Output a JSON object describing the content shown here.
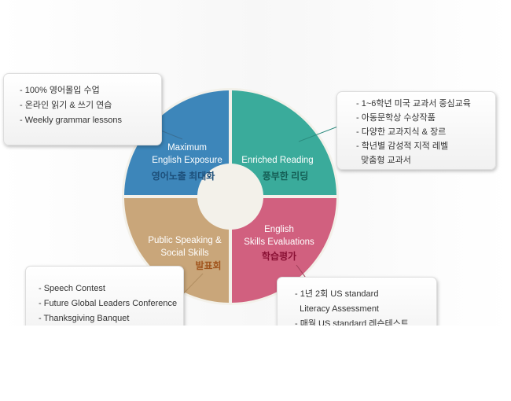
{
  "segments": [
    {
      "title": [
        "Maximum",
        "English Exposure"
      ],
      "korean": "영어노출 최대화",
      "color": "#3d86ba",
      "ko_color": "#1d4f7a",
      "items": [
        "- 100% 영어몰입 수업",
        "- 온라인 읽기 & 쓰기 연습",
        "- Weekly grammar lessons"
      ]
    },
    {
      "title": [
        "Enriched Reading"
      ],
      "korean": "풍부한 리딩",
      "color": "#3aab9b",
      "ko_color": "#145e55",
      "items": [
        "- 1~6학년 미국 교과서 중심교육",
        "- 아동문학상 수상작품",
        "- 다양한 교과지식 & 장르",
        "- 학년별 감성적 지적 레벨",
        "  맞춤형 교과서"
      ]
    },
    {
      "title": [
        "Public Speaking &",
        "Social Skills"
      ],
      "korean": "발표회",
      "color": "#c9a67a",
      "ko_color": "#a0541c",
      "items": [
        "- Speech Contest",
        "- Future Global Leaders Conference",
        "- Thanksgiving Banquet"
      ]
    },
    {
      "title": [
        "English",
        "Skills Evaluations"
      ],
      "korean": "학습평가",
      "color": "#d1607f",
      "ko_color": "#8a1034",
      "items": [
        "- 1년 2회 US standard",
        "  Literacy Assessment",
        "- 매월 US standard 레슨테스트"
      ]
    }
  ]
}
